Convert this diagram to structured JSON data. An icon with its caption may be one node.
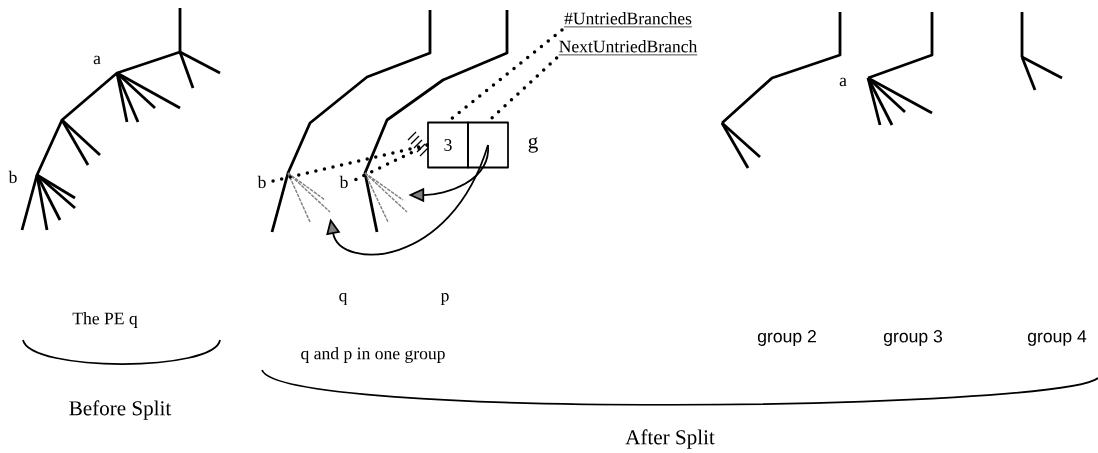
{
  "diagram": {
    "nodes": [
      {
        "text": [
          "#UntriedBranches"
        ]
      },
      {
        "text": [
          "NextUntriedBranch"
        ]
      },
      {
        "text": [
          "3"
        ]
      },
      {
        "text": [],
        "shape": "box",
        "beside": [
          "g"
        ]
      },
      {
        "text": [
          "b"
        ]
      },
      {
        "text": [
          "b"
        ]
      },
      {
        "text": [],
        "shape": "branch"
      },
      {
        "text": [],
        "shape": "branch"
      }
    ],
    "edges": [
      {
        "from": 0,
        "to": 2,
        "arrow": "none",
        "style": "dashed"
      },
      {
        "from": 1,
        "to": 3,
        "arrow": "none",
        "style": "dashed"
      },
      {
        "from": 2,
        "to": 4,
        "arrow": "none",
        "style": "dashed"
      },
      {
        "from": 2,
        "to": 5,
        "arrow": "none",
        "style": "dashed"
      },
      {
        "from": 3,
        "to": 7,
        "arrow": "to"
      },
      {
        "from": 3,
        "to": 6,
        "arrow": "to"
      }
    ],
    "labels": [
      "a",
      "b",
      "The PE q",
      "Before Split",
      "q",
      "p",
      "q and p in one group",
      "After Split",
      "group 2",
      "a",
      "group 3",
      "group 4"
    ]
  }
}
